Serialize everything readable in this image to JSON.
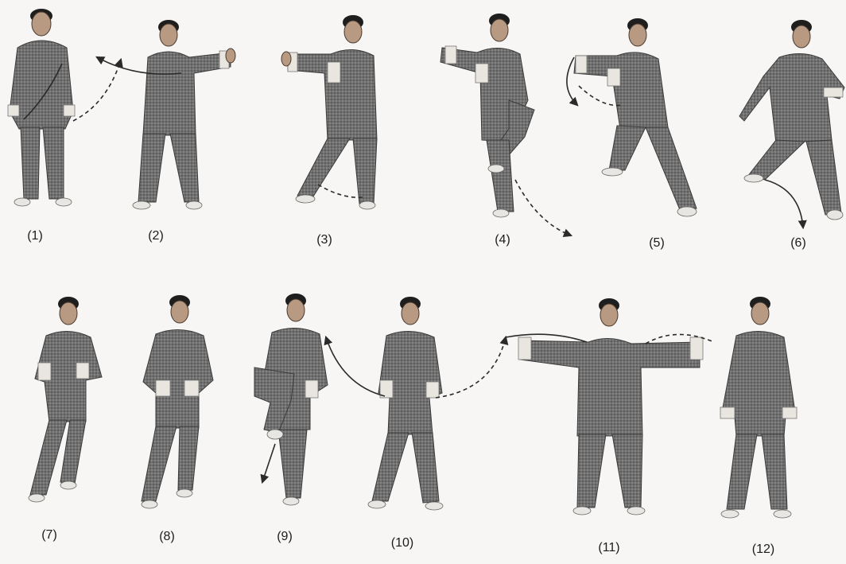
{
  "figures": [
    {
      "label": "(1)"
    },
    {
      "label": "(2)"
    },
    {
      "label": "(3)"
    },
    {
      "label": "(4)"
    },
    {
      "label": "(5)"
    },
    {
      "label": "(6)"
    },
    {
      "label": "(7)"
    },
    {
      "label": "(8)"
    },
    {
      "label": "(9)"
    },
    {
      "label": "(10)"
    },
    {
      "label": "(11)"
    },
    {
      "label": "(12)"
    }
  ],
  "colors": {
    "background": "#f7f6f4",
    "suit": "#6e6e6e",
    "arrow": "#2a2a2a"
  }
}
